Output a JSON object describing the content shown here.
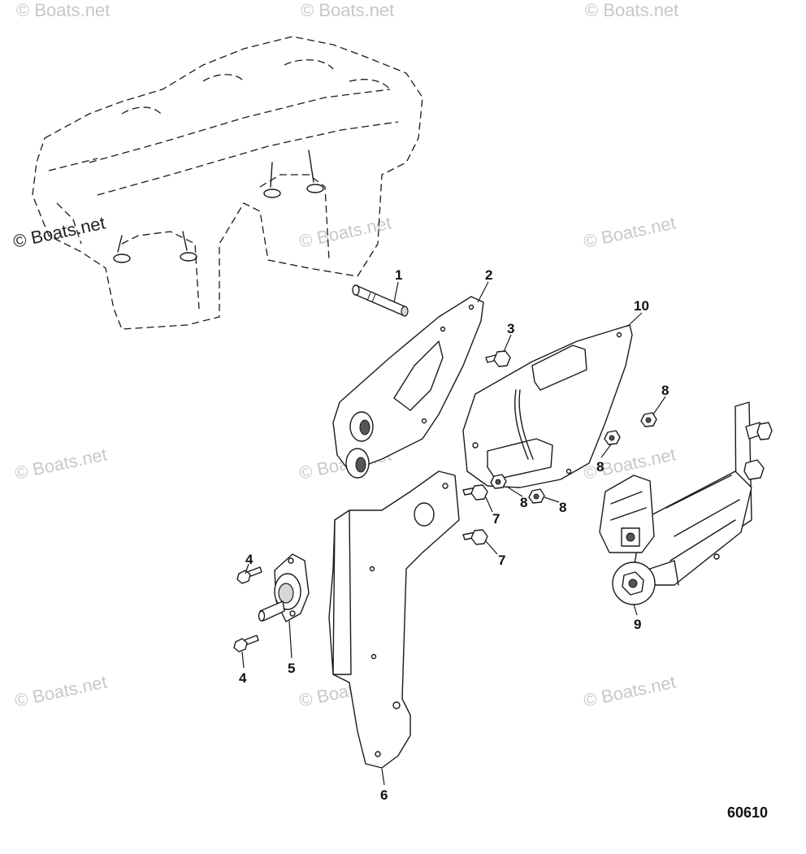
{
  "diagram": {
    "figure_number": "60610",
    "watermark_text": "© Boats.net",
    "callouts": [
      "1",
      "2",
      "3",
      "10",
      "8",
      "8",
      "8",
      "8",
      "7",
      "7",
      "4",
      "4",
      "5",
      "9",
      "6"
    ],
    "colors": {
      "line": "#1a1a1a",
      "watermark": "#c8c8c8",
      "background": "#ffffff"
    }
  }
}
